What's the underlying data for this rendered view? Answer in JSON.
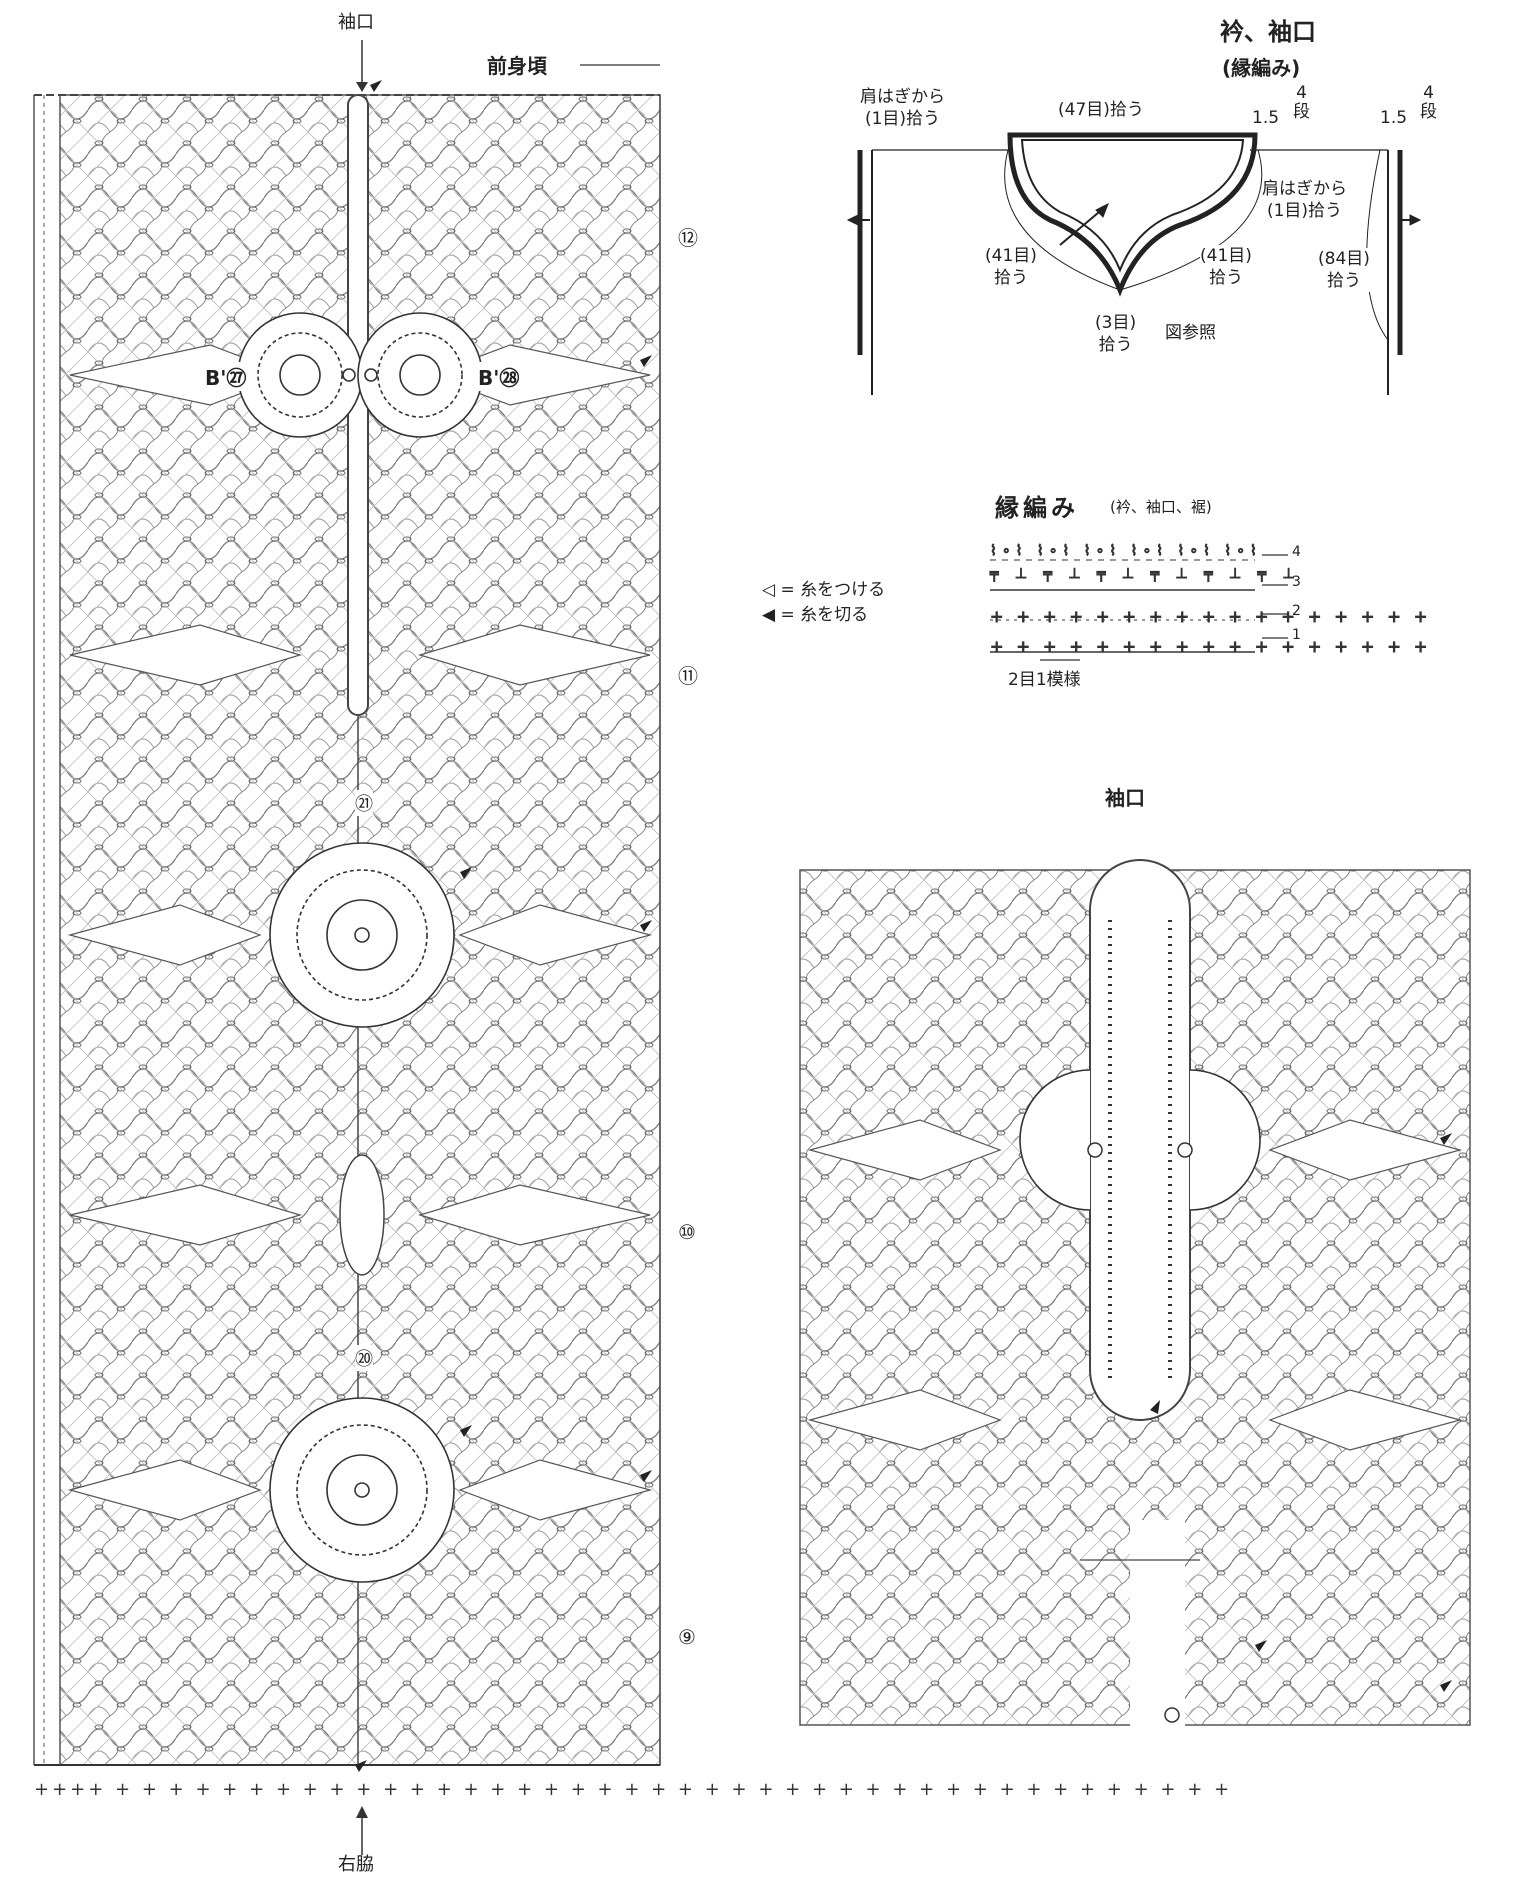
{
  "left_chart": {
    "top_label": "袖口",
    "header_label": "前身頃",
    "bottom_label": "右脇",
    "row_markers": [
      "⑫",
      "⑪",
      "⑩",
      "⑨"
    ],
    "motif_labels": [
      {
        "text": "B'㉗"
      },
      {
        "text": "B'㉘"
      },
      {
        "text": "㉑"
      },
      {
        "text": "⑳"
      }
    ]
  },
  "collar_diagram": {
    "title": "衿、袖口",
    "subtitle": "(縁編み)",
    "pickup_top": "(47目)拾う",
    "shoulder_left": [
      "肩はぎから",
      "(1目)拾う"
    ],
    "shoulder_right": [
      "肩はぎから",
      "(1目)拾う"
    ],
    "width_left": "1.5",
    "rows_left": [
      "4",
      "段"
    ],
    "width_right": "1.5",
    "rows_right": [
      "4",
      "段"
    ],
    "pickup_left": [
      "(41目)",
      "拾う"
    ],
    "pickup_mid": [
      "(41目)",
      "拾う"
    ],
    "pickup_center": [
      "(3目)",
      "拾う"
    ],
    "pickup_side": [
      "(84目)",
      "拾う"
    ],
    "see_chart": "図参照"
  },
  "legend": {
    "attach": "◁ = 糸をつける",
    "cut": "◀ = 糸を切る"
  },
  "edging": {
    "title": "縁編み",
    "subtitle": "(衿、袖口、裾)",
    "rows": [
      "4",
      "3",
      "2",
      "1"
    ],
    "repeat_note": "2目1模様"
  },
  "sleeve_chart": {
    "title": "袖口"
  }
}
